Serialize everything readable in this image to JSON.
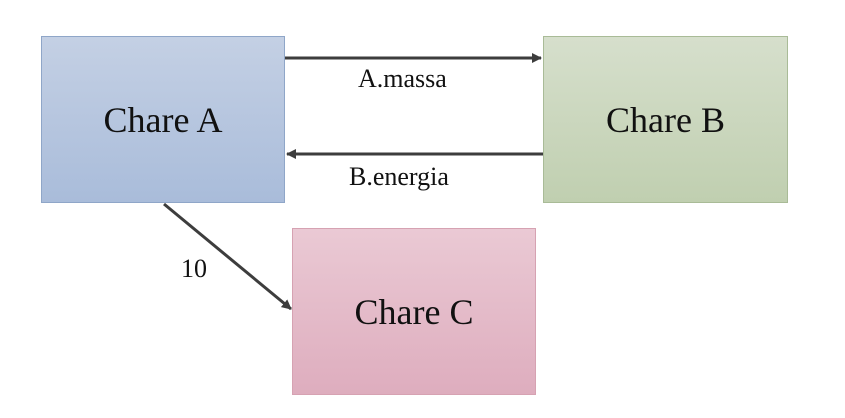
{
  "nodes": {
    "a": {
      "label": "Chare A"
    },
    "b": {
      "label": "Chare B"
    },
    "c": {
      "label": "Chare C"
    }
  },
  "edges": {
    "a_to_b": {
      "label": "A.massa"
    },
    "b_to_a": {
      "label": "B.energia"
    },
    "a_to_c": {
      "label": "10"
    }
  },
  "colors": {
    "arrow": "#3d3d3d",
    "node_a": "#a9bcda",
    "node_b": "#c0cfb0",
    "node_c": "#deadbe"
  }
}
